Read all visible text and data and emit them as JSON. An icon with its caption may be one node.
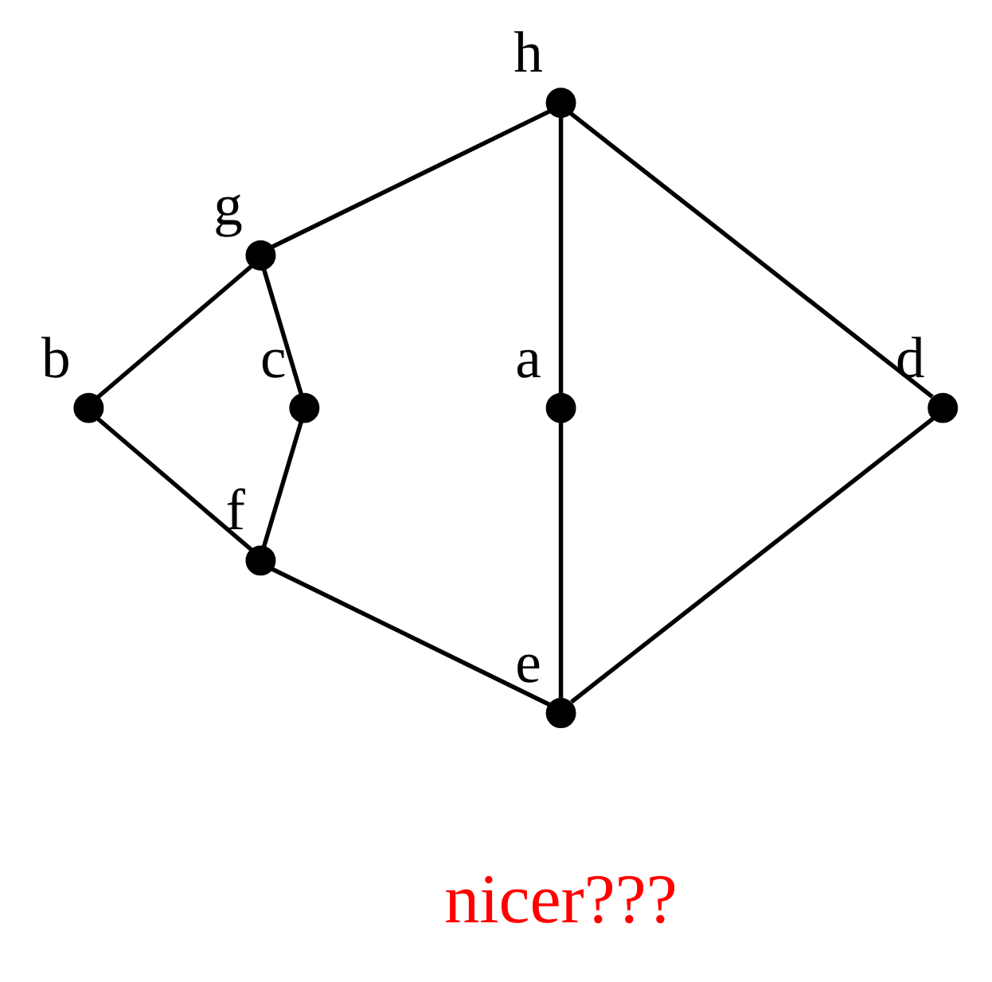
{
  "diagram": {
    "nodes": [
      {
        "text": [],
        "shape": "circle",
        "beside": [
          "h"
        ]
      },
      {
        "text": [],
        "shape": "circle",
        "beside": [
          "g"
        ]
      },
      {
        "text": [],
        "shape": "circle",
        "beside": [
          "a"
        ]
      },
      {
        "text": [],
        "shape": "circle",
        "beside": [
          "b"
        ]
      },
      {
        "text": [],
        "shape": "circle",
        "beside": [
          "c"
        ]
      },
      {
        "text": [],
        "shape": "circle",
        "beside": [
          "d"
        ]
      },
      {
        "text": [],
        "shape": "circle",
        "beside": [
          "f"
        ]
      },
      {
        "text": [],
        "shape": "circle",
        "beside": [
          "e"
        ]
      }
    ],
    "edges": [
      {
        "from": 0,
        "to": 1,
        "arrow": "none"
      },
      {
        "from": 0,
        "to": 2,
        "arrow": "none"
      },
      {
        "from": 0,
        "to": 5,
        "arrow": "none"
      },
      {
        "from": 1,
        "to": 3,
        "arrow": "none"
      },
      {
        "from": 1,
        "to": 4,
        "arrow": "none"
      },
      {
        "from": 3,
        "to": 6,
        "arrow": "none"
      },
      {
        "from": 4,
        "to": 6,
        "arrow": "none"
      },
      {
        "from": 2,
        "to": 7,
        "arrow": "none"
      },
      {
        "from": 6,
        "to": 7,
        "arrow": "none"
      },
      {
        "from": 5,
        "to": 7,
        "arrow": "none"
      }
    ],
    "labels": [
      "nicer???"
    ]
  }
}
